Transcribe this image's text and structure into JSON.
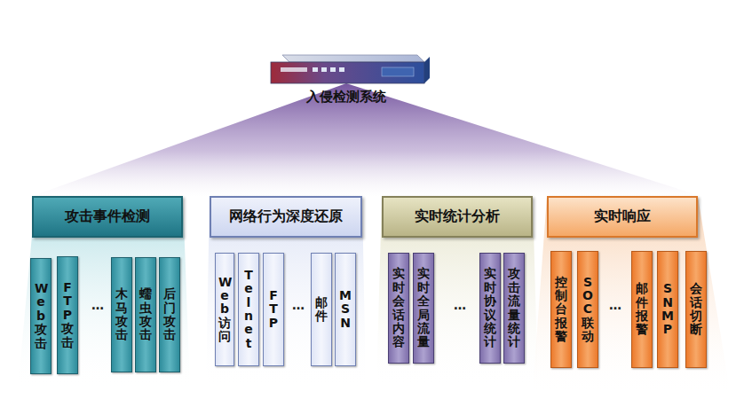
{
  "diagram": {
    "nodes": [
      {
        "text": [
          "入侵检测系统"
        ]
      },
      {
        "text": [
          "攻击事件检测"
        ]
      },
      {
        "text": [
          "Web攻击"
        ]
      },
      {
        "text": [
          "FTP攻击"
        ]
      },
      {
        "text": [
          "木马攻击"
        ]
      },
      {
        "text": [
          "蠕虫攻击"
        ]
      },
      {
        "text": [
          "后门攻击"
        ]
      },
      {
        "text": [
          "网络行为深度还原"
        ]
      },
      {
        "text": [
          "Web访问"
        ]
      },
      {
        "text": [
          "Telnet"
        ]
      },
      {
        "text": [
          "FTP"
        ]
      },
      {
        "text": [
          "邮件"
        ]
      },
      {
        "text": [
          "MSN"
        ]
      },
      {
        "text": [
          "实时统计分析"
        ]
      },
      {
        "text": [
          "实时会话内容"
        ]
      },
      {
        "text": [
          "实时全局流量"
        ]
      },
      {
        "text": [
          "实时协议统计"
        ]
      },
      {
        "text": [
          "攻击流量统计"
        ]
      },
      {
        "text": [
          "实时响应"
        ]
      },
      {
        "text": [
          "控制台报警"
        ]
      },
      {
        "text": [
          "SOC联动"
        ]
      },
      {
        "text": [
          "邮件报警"
        ]
      },
      {
        "text": [
          "SNMP"
        ]
      },
      {
        "text": [
          "会话切断"
        ]
      }
    ],
    "labels": [
      "…",
      "…",
      "…",
      "…"
    ]
  }
}
